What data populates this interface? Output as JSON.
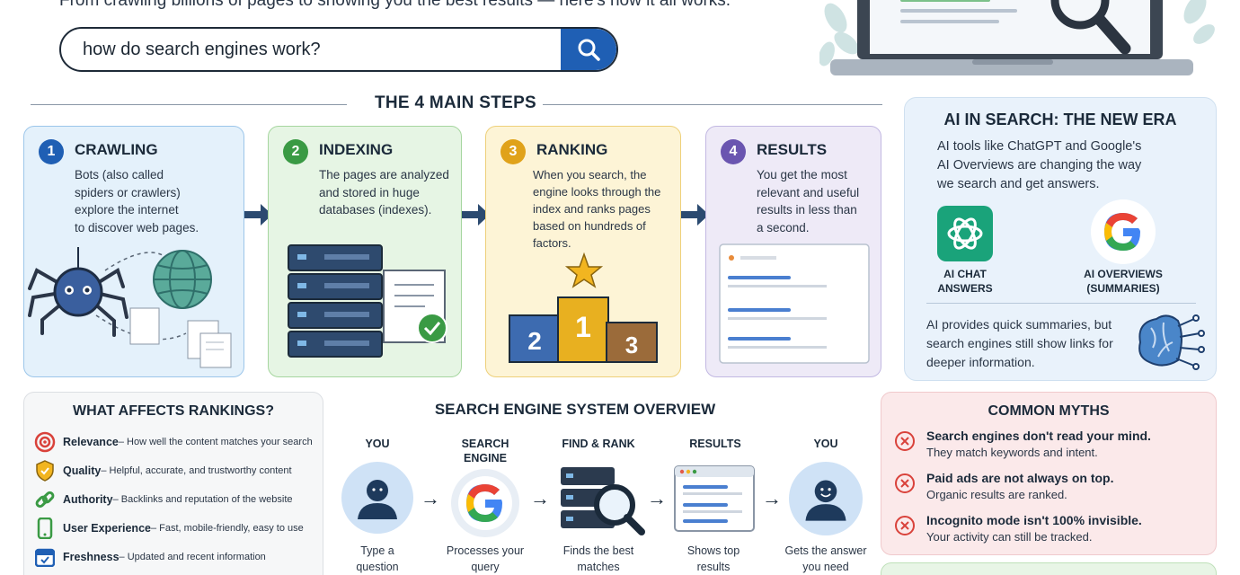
{
  "header": {
    "subtitle": "From crawling billions of pages to showing you the best results — here's how it all works.",
    "search_query": "how do search engines work?"
  },
  "steps_section": {
    "title": "THE 4 MAIN STEPS",
    "steps": [
      {
        "num": "1",
        "title": "CRAWLING",
        "lines": [
          "Bots (also called",
          "spiders or crawlers)",
          "explore the internet",
          "to discover web pages."
        ],
        "color": "#1f5fb4"
      },
      {
        "num": "2",
        "title": "INDEXING",
        "lines": [
          "The pages are analyzed",
          "and stored in huge",
          "databases (indexes)."
        ],
        "color": "#3a9a44"
      },
      {
        "num": "3",
        "title": "RANKING",
        "lines": [
          "When you search, the",
          "engine looks through the",
          "index and ranks pages",
          "based on hundreds of",
          "factors."
        ],
        "color": "#e0a21a"
      },
      {
        "num": "4",
        "title": "RESULTS",
        "lines": [
          "You get the most",
          "relevant and useful",
          "results in less than",
          "a second."
        ],
        "color": "#6a55b0"
      }
    ],
    "podium": [
      "2",
      "1",
      "3"
    ]
  },
  "ai_section": {
    "title": "AI IN SEARCH: THE NEW ERA",
    "lines": [
      "AI tools like ChatGPT and Google's",
      "AI Overviews are changing the way",
      "we search and get answers."
    ],
    "chat_label": [
      "AI CHAT",
      "ANSWERS"
    ],
    "overview_label": [
      "AI OVERVIEWS",
      "(SUMMARIES)"
    ],
    "bottom_lines": [
      "AI provides quick summaries, but",
      "search engines still show links for",
      "deeper information."
    ]
  },
  "rankings": {
    "title": "WHAT AFFECTS RANKINGS?",
    "items": [
      {
        "name": "Relevance",
        "desc": " – How well the content matches your search",
        "icon": "target-icon"
      },
      {
        "name": "Quality",
        "desc": " – Helpful, accurate, and trustworthy content",
        "icon": "shield-icon"
      },
      {
        "name": "Authority",
        "desc": " – Backlinks and reputation of the website",
        "icon": "link-icon"
      },
      {
        "name": "User Experience",
        "desc": " – Fast, mobile-friendly, easy to use",
        "icon": "phone-icon"
      },
      {
        "name": "Freshness",
        "desc": " – Updated and recent information",
        "icon": "calendar-icon"
      }
    ]
  },
  "system": {
    "title": "SEARCH ENGINE SYSTEM OVERVIEW",
    "nodes": [
      {
        "label": [
          "YOU"
        ],
        "caption": [
          "Type a",
          "question"
        ]
      },
      {
        "label": [
          "SEARCH",
          "ENGINE"
        ],
        "caption": [
          "Processes your",
          "query"
        ]
      },
      {
        "label": [
          "FIND & RANK"
        ],
        "caption": [
          "Finds the best",
          "matches"
        ]
      },
      {
        "label": [
          "RESULTS"
        ],
        "caption": [
          "Shows top",
          "results"
        ]
      },
      {
        "label": [
          "YOU"
        ],
        "caption": [
          "Gets the answer",
          "you need"
        ]
      }
    ]
  },
  "myths": {
    "title": "COMMON MYTHS",
    "items": [
      {
        "title": "Search engines don't read your mind.",
        "desc": "They match keywords and intent."
      },
      {
        "title": "Paid ads are not always on top.",
        "desc": "Organic results are ranked."
      },
      {
        "title": "Incognito mode isn't 100% invisible.",
        "desc": "Your activity can still be tracked."
      }
    ]
  },
  "colors": {
    "accent_blue": "#1f5fb4",
    "green": "#3a9a44",
    "gold": "#e0a21a",
    "purple": "#6a55b0",
    "myth_red": "#d9423b"
  }
}
